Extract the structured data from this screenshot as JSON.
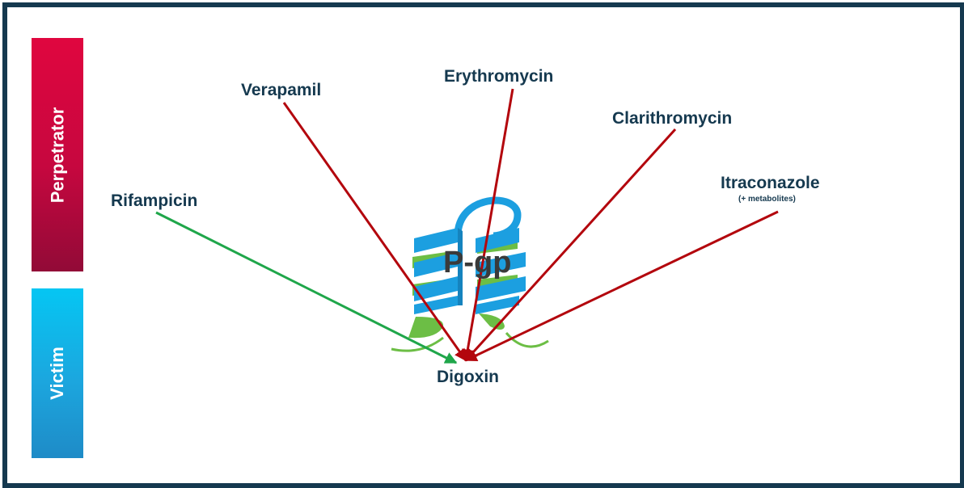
{
  "bands": {
    "perpetrator": "Perpetrator",
    "victim": "Victim"
  },
  "drugs": {
    "verapamil": "Verapamil",
    "erythromycin": "Erythromycin",
    "clarithromycin": "Clarithromycin",
    "itraconazole": "Itraconazole",
    "itraconazole_note": "(+ metabolites)",
    "rifampicin": "Rifampicin",
    "digoxin": "Digoxin"
  },
  "transporter": {
    "label": "P-gp"
  },
  "colors": {
    "frame": "#15394f",
    "perpetrator_band": "#c6073f",
    "victim_band": "#1ca6de",
    "inhibition_arrow": "#b3060d",
    "induction_arrow": "#1fa64a",
    "text": "#15394f",
    "helix_blue": "#1c9fe0",
    "helix_green": "#6cbe45"
  }
}
